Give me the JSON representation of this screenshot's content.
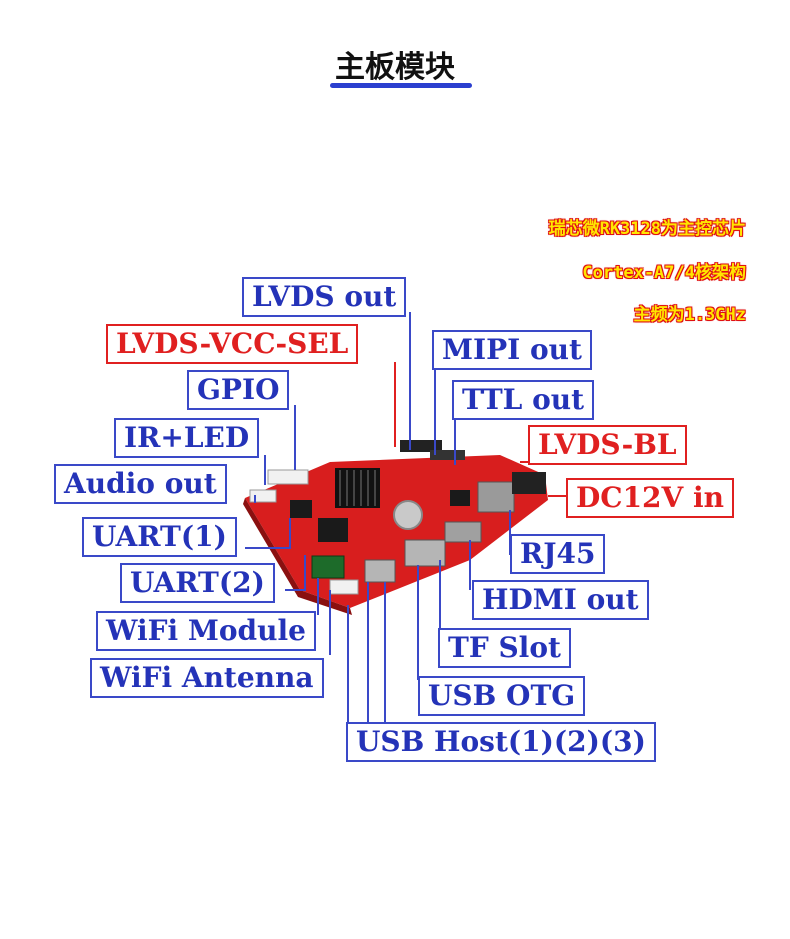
{
  "title": "主板模块",
  "specs": [
    "瑞芯微RK3128为主控芯片",
    "Cortex-A7/4核架构",
    "主频为1.3GHz"
  ],
  "labels": {
    "lvds_out": "LVDS out",
    "lvds_vcc_sel": "LVDS-VCC-SEL",
    "gpio": "GPIO",
    "ir_led": "IR+LED",
    "audio_out": "Audio out",
    "uart1": "UART(1)",
    "uart2": "UART(2)",
    "wifi_module": "WiFi Module",
    "wifi_antenna": "WiFi Antenna",
    "mipi_out": "MIPI out",
    "ttl_out": "TTL out",
    "lvds_bl": "LVDS-BL",
    "dc12v_in": "DC12V in",
    "rj45": "RJ45",
    "hdmi_out": "HDMI out",
    "tf_slot": "TF Slot",
    "usb_otg": "USB OTG",
    "usb_host": "USB Host(1)(2)(3)"
  },
  "colors": {
    "blue_label": "#2433b8",
    "red_label": "#e02020",
    "board": "#e32222",
    "spec_text": "#ffe600"
  }
}
